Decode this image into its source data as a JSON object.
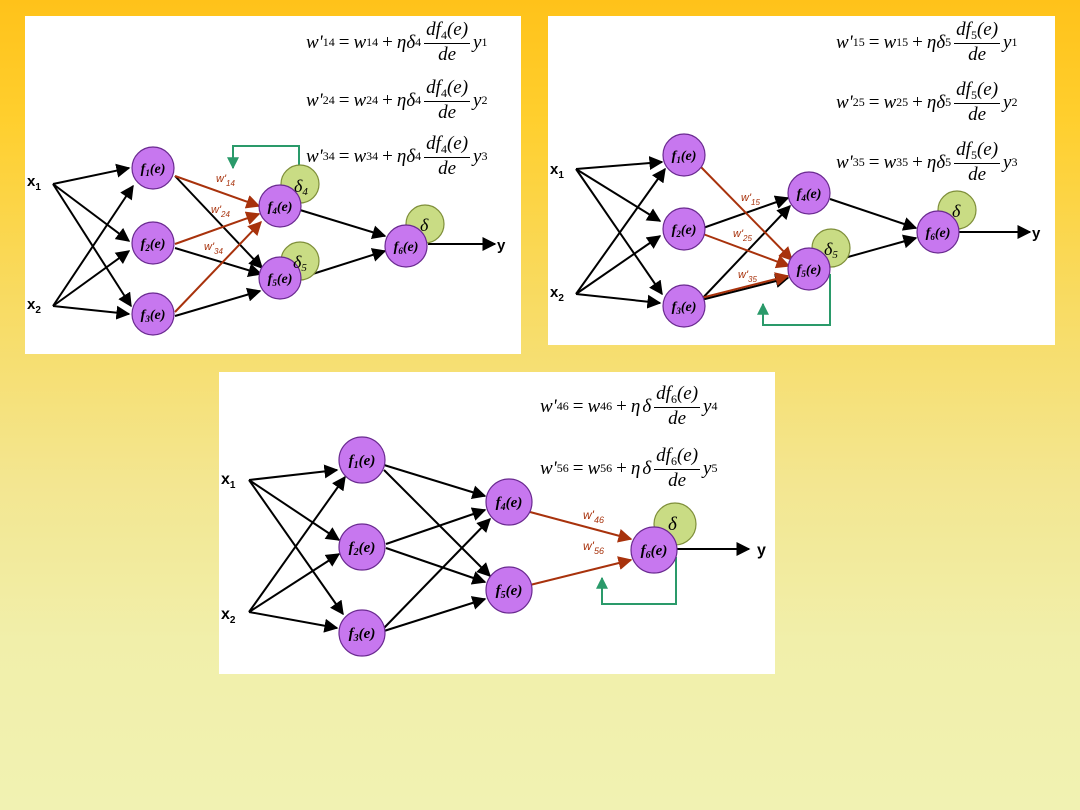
{
  "colors": {
    "neuron_fill": "#c777ef",
    "neuron_stroke": "#6a2a90",
    "delta_fill": "#c9dc84",
    "delta_stroke": "#7f8f3a",
    "normal_edge": "#000000",
    "weight_edge": "#a8320c",
    "weight_label": "#a8320c",
    "feedback_arrow": "#2a9a6a"
  },
  "labels": {
    "x1": "x",
    "x1_sub": "1",
    "x2": "x",
    "x2_sub": "2",
    "y": "y",
    "f_prefix": "f",
    "f_suffix": "(e)",
    "delta": "δ",
    "w_prime": "w'",
    "subs": {
      "n1": "1",
      "n2": "2",
      "n3": "3",
      "n4": "4",
      "n5": "5",
      "n6": "6",
      "d4": "4",
      "d5": "5"
    }
  },
  "panels": [
    {
      "id": "panel-1",
      "formulas": [
        {
          "lhs": "w'",
          "lhs_sub": "14",
          "eq": "=",
          "w": "w",
          "w_sub": "14",
          "plus": "+",
          "eta": "η",
          "delta": "δ",
          "delta_sub": "4",
          "num": "df",
          "num_sub": "4",
          "num_tail": "(e)",
          "den": "de",
          "y": "y",
          "y_sub": "1"
        },
        {
          "lhs": "w'",
          "lhs_sub": "24",
          "eq": "=",
          "w": "w",
          "w_sub": "24",
          "plus": "+",
          "eta": "η",
          "delta": "δ",
          "delta_sub": "4",
          "num": "df",
          "num_sub": "4",
          "num_tail": "(e)",
          "den": "de",
          "y": "y",
          "y_sub": "2"
        },
        {
          "lhs": "w'",
          "lhs_sub": "34",
          "eq": "=",
          "w": "w",
          "w_sub": "34",
          "plus": "+",
          "eta": "η",
          "delta": "δ",
          "delta_sub": "4",
          "num": "df",
          "num_sub": "4",
          "num_tail": "(e)",
          "den": "de",
          "y": "y",
          "y_sub": "3"
        }
      ],
      "weights": [
        {
          "sub": "14"
        },
        {
          "sub": "24"
        },
        {
          "sub": "34"
        }
      ]
    },
    {
      "id": "panel-2",
      "formulas": [
        {
          "lhs": "w'",
          "lhs_sub": "15",
          "eq": "=",
          "w": "w",
          "w_sub": "15",
          "plus": "+",
          "eta": "η",
          "delta": "δ",
          "delta_sub": "5",
          "num": "df",
          "num_sub": "5",
          "num_tail": "(e)",
          "den": "de",
          "y": "y",
          "y_sub": "1"
        },
        {
          "lhs": "w'",
          "lhs_sub": "25",
          "eq": "=",
          "w": "w",
          "w_sub": "25",
          "plus": "+",
          "eta": "η",
          "delta": "δ",
          "delta_sub": "5",
          "num": "df",
          "num_sub": "5",
          "num_tail": "(e)",
          "den": "de",
          "y": "y",
          "y_sub": "2"
        },
        {
          "lhs": "w'",
          "lhs_sub": "35",
          "eq": "=",
          "w": "w",
          "w_sub": "35",
          "plus": "+",
          "eta": "η",
          "delta": "δ",
          "delta_sub": "5",
          "num": "df",
          "num_sub": "5",
          "num_tail": "(e)",
          "den": "de",
          "y": "y",
          "y_sub": "3"
        }
      ],
      "weights": [
        {
          "sub": "15"
        },
        {
          "sub": "25"
        },
        {
          "sub": "35"
        }
      ]
    },
    {
      "id": "panel-3",
      "formulas": [
        {
          "lhs": "w'",
          "lhs_sub": "46",
          "eq": "=",
          "w": "w",
          "w_sub": "46",
          "plus": "+",
          "eta": "η",
          "delta": "δ",
          "delta_sub": "",
          "num": "df",
          "num_sub": "6",
          "num_tail": "(e)",
          "den": "de",
          "y": "y",
          "y_sub": "4"
        },
        {
          "lhs": "w'",
          "lhs_sub": "56",
          "eq": "=",
          "w": "w",
          "w_sub": "56",
          "plus": "+",
          "eta": "η",
          "delta": "δ",
          "delta_sub": "",
          "num": "df",
          "num_sub": "6",
          "num_tail": "(e)",
          "den": "de",
          "y": "y",
          "y_sub": "5"
        }
      ],
      "weights": [
        {
          "sub": "46"
        },
        {
          "sub": "56"
        }
      ]
    }
  ]
}
